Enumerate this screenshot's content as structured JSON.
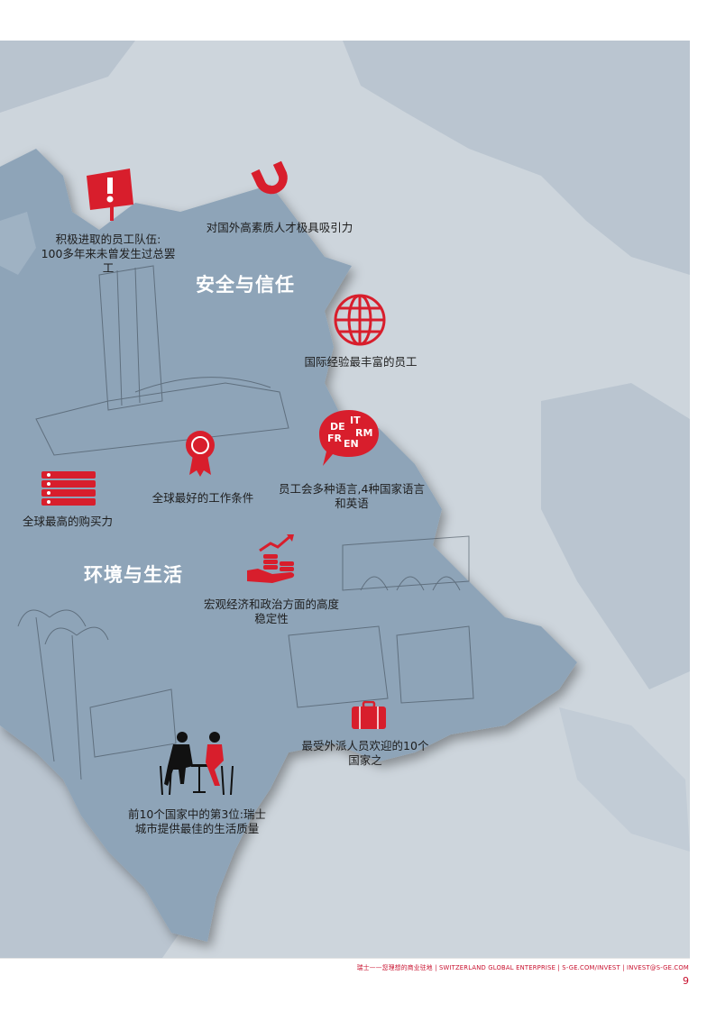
{
  "headings": {
    "security": "安全与信任",
    "environment": "环境与生活"
  },
  "labels": {
    "strikes": "积极进取的员工队伍:\n100多年来未曾发生过总罢工",
    "attraction": "对国外高素质人才极具吸引力",
    "international": "国际经验最丰富的员工",
    "languages": "员工会多种语言,4种国家语言和英语",
    "purchasing": "全球最高的购买力",
    "conditions": "全球最好的工作条件",
    "stability": "宏观经济和政治方面的高度稳定性",
    "expats": "最受外派人员欢迎的10个国家之",
    "quality": "前10个国家中的第3位:瑞士城市提供最佳的生活质量"
  },
  "language_codes": [
    "DE",
    "IT",
    "RM",
    "FR",
    "EN"
  ],
  "icons": [
    "warning-sign-icon",
    "magnet-icon",
    "globe-icon",
    "speech-bubble-icon",
    "money-stack-icon",
    "award-rosette-icon",
    "growth-coins-icon",
    "suitcase-icon",
    "cafe-couple-icon"
  ],
  "footer": {
    "text": "瑞士——您理想的商业驻地 | SWITZERLAND GLOBAL ENTERPRISE | S-GE.COM/INVEST | INVEST@S-GE.COM",
    "page_number": "9"
  },
  "colors": {
    "accent_red": "#d81e2c",
    "land": "#8ea4b8",
    "sea": "#cdd5dc",
    "footer_red": "#c8102e"
  }
}
